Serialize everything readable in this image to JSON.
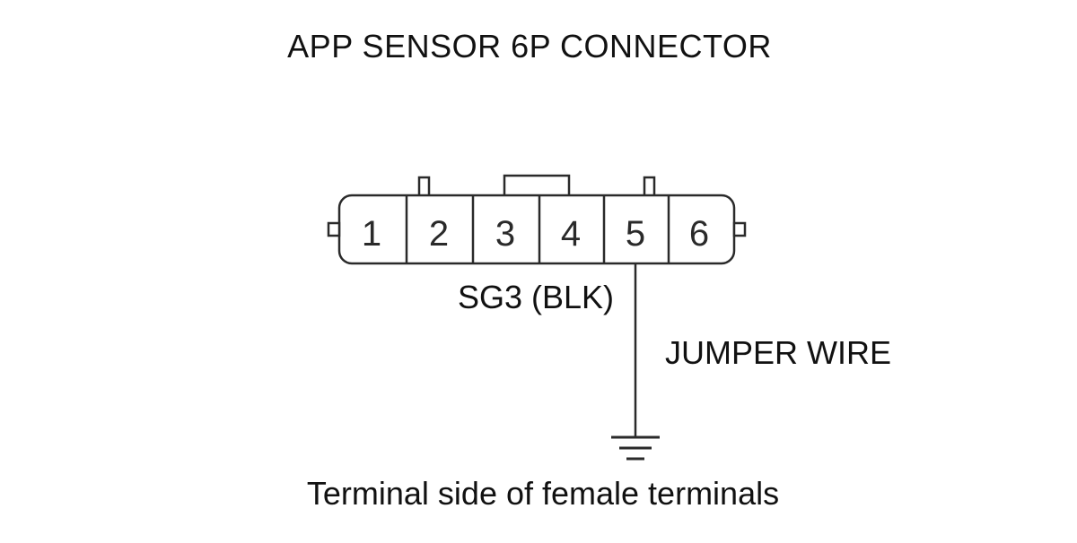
{
  "title": "APP SENSOR 6P CONNECTOR",
  "connector": {
    "pins": [
      "1",
      "2",
      "3",
      "4",
      "5",
      "6"
    ]
  },
  "labels": {
    "wire_signal": "SG3 (BLK)",
    "jumper": "JUMPER WIRE"
  },
  "caption": "Terminal side of female terminals",
  "colors": {
    "line": "#2a2a2a",
    "text": "#111111",
    "background": "#ffffff"
  }
}
